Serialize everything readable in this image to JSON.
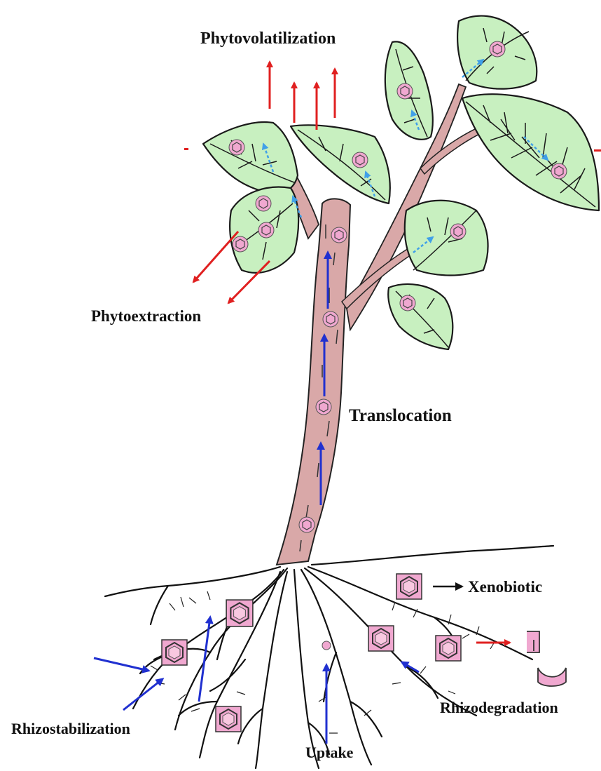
{
  "labels": {
    "phytovolatilization": "Phytovolatilization",
    "phytoextraction": "Phytoextraction",
    "translocation": "Translocation",
    "xenobiotic": "Xenobiotic",
    "rhizostabilization": "Rhizostabilization",
    "uptake": "Uptake",
    "rhizodegradation": "Rhizodegradation"
  },
  "colors": {
    "leaf_fill": "#c8f0c0",
    "leaf_stroke": "#1a1a1a",
    "stem_fill": "#d9a8a8",
    "molecule_fill": "#f0a8d0",
    "red_arrow": "#e02020",
    "blue_arrow": "#2030d0",
    "light_blue_arrow": "#40a0e8"
  }
}
